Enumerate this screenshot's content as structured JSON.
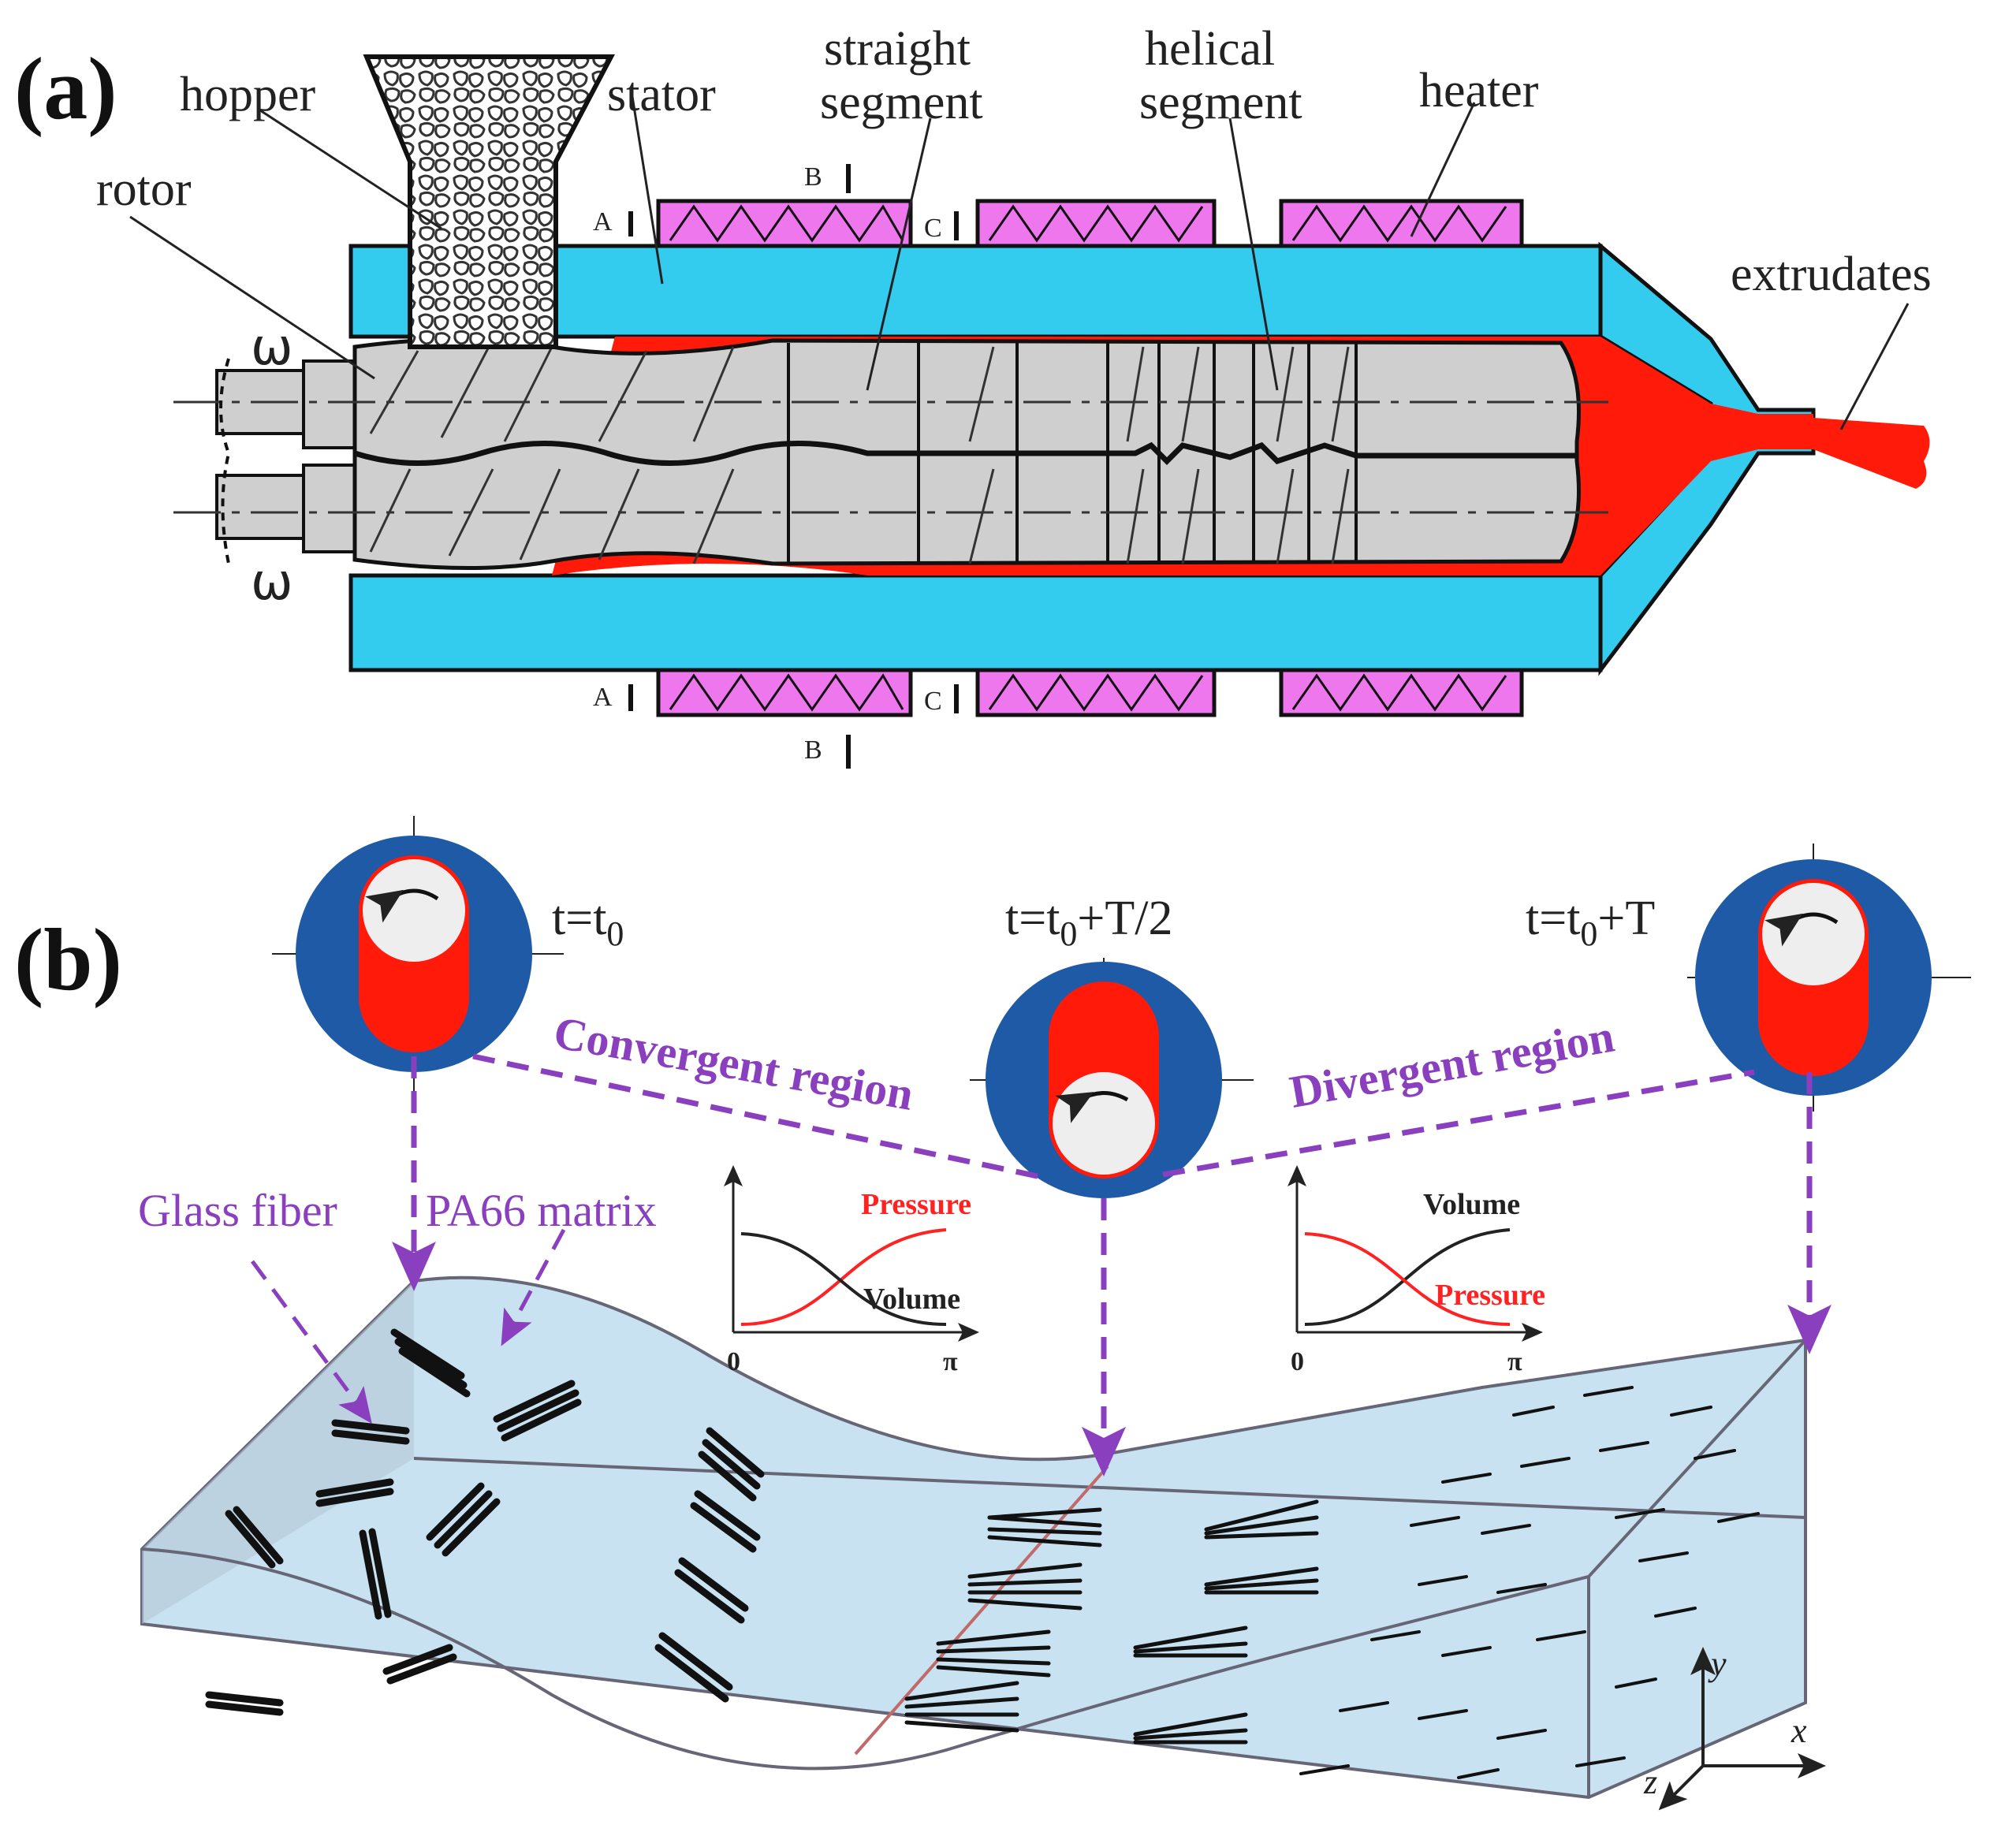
{
  "panel_a": {
    "label": "(a)",
    "labels": {
      "hopper": "hopper",
      "stator": "stator",
      "straight_segment_1": "straight",
      "straight_segment_2": "segment",
      "helical_segment_1": "helical",
      "helical_segment_2": "segment",
      "heater": "heater",
      "rotor": "rotor",
      "extrudates": "extrudates",
      "omega": "ω"
    },
    "section_marks": [
      "A",
      "B",
      "C"
    ],
    "colors": {
      "stator": "#33ccee",
      "heater": "#ee77ee",
      "melt": "#ff1a0a",
      "rotor": "#cfcfcf"
    }
  },
  "panel_b": {
    "label": "(b)",
    "times": {
      "t0_base": "t=t",
      "t0_sub": "0",
      "half_base": "t=t",
      "half_sub": "0",
      "half_suffix": "+T/2",
      "full_base": "t=t",
      "full_sub": "0",
      "full_suffix": "+T"
    },
    "regions": {
      "convergent": "Convergent region",
      "divergent": "Divergent region"
    },
    "callouts": {
      "glass_fiber": "Glass fiber",
      "matrix": "PA66 matrix"
    },
    "plot_left": {
      "curve_rising": "Pressure",
      "curve_falling": "Volume",
      "x_start": "0",
      "x_end": "π"
    },
    "plot_right": {
      "curve_rising": "Volume",
      "curve_falling": "Pressure",
      "x_start": "0",
      "x_end": "π"
    },
    "axes": {
      "x": "x",
      "y": "y",
      "z": "z"
    },
    "colors": {
      "stator_disc": "#1f5aa6",
      "melt": "#ff1a0a",
      "rotor": "#eeeeee",
      "purple": "#8a3fbf",
      "block": "#c9e2f2",
      "pressure": "#ff2222",
      "volume": "#222222"
    }
  }
}
